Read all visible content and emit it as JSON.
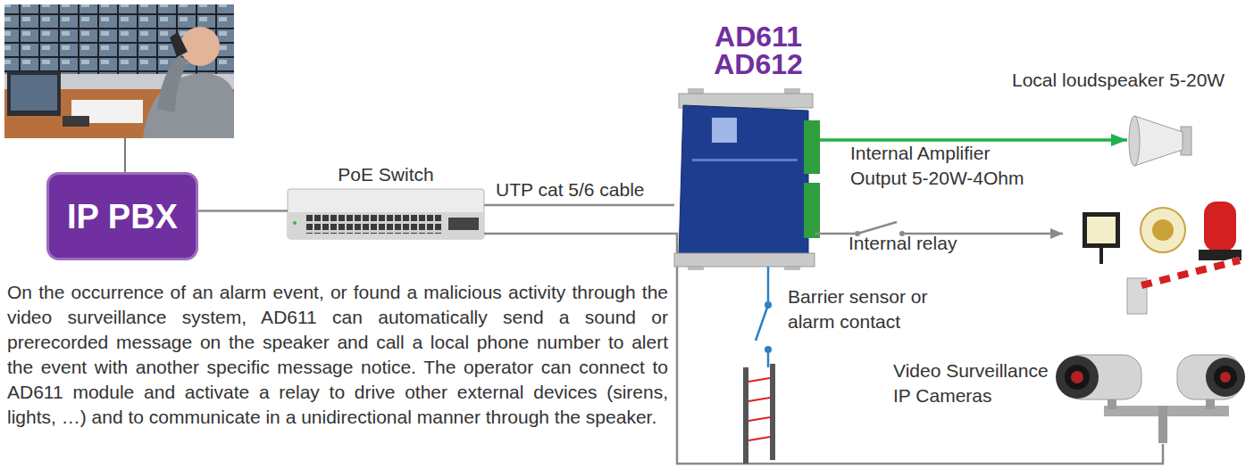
{
  "diagram": {
    "nodes": [
      {
        "text": [
          "IP PBX"
        ]
      },
      {
        "text": [
          "PoE Switch"
        ]
      },
      {
        "text": [
          "AD611",
          "AD612"
        ]
      },
      {
        "text": [
          "Local loudspeaker 5-20W"
        ]
      },
      {
        "text": [
          "Video Surveillance IP Cameras"
        ]
      }
    ],
    "edges": [
      {
        "from": 0,
        "to": 1,
        "arrow": "none"
      },
      {
        "from": 1,
        "to": 2,
        "label": "UTP cat 5/6 cable",
        "arrow": "none"
      },
      {
        "from": 2,
        "to": 3,
        "label": "Internal Amplifier Output 5-20W-4Ohm",
        "arrow": "to"
      },
      {
        "from": 1,
        "to": 4,
        "arrow": "none"
      }
    ],
    "labels": [
      "Internal relay",
      "Barrier sensor or alarm contact",
      "On the occurrence of an alarm event, or found a malicious activity through the video surveillance system, AD611 can automatically send a sound or prerecorded message on the speaker and call a local phone number to alert the event with another specific message notice. The operator can connect to AD611 module and activate a relay to drive other external devices (sirens, lights, …) and to communicate in a unidirectional manner through the speaker."
    ]
  }
}
